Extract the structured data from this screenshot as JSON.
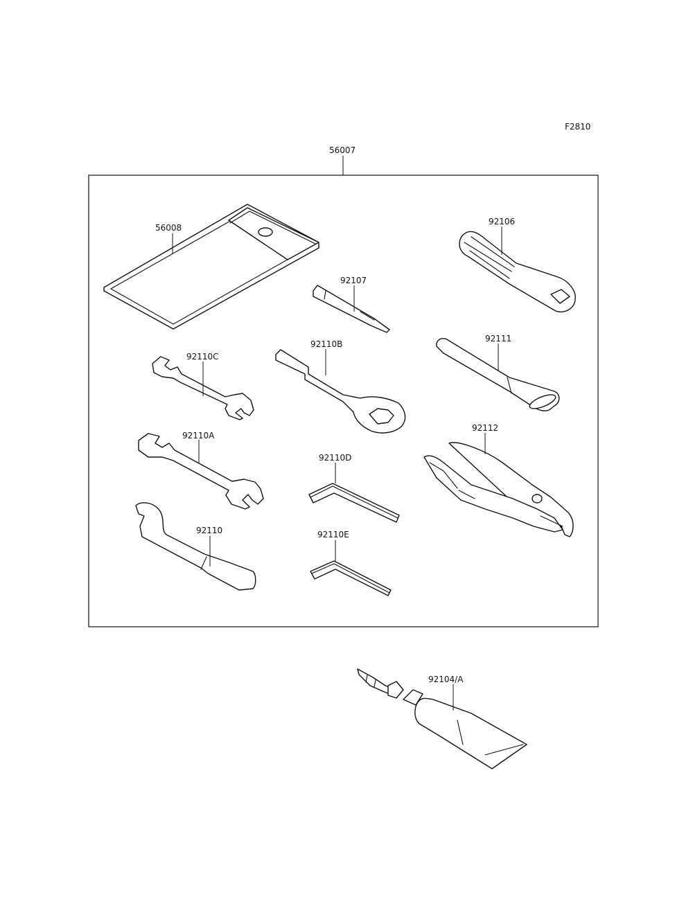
{
  "figure_code": "F2810",
  "kit_label": "56007",
  "parts": {
    "pouch": "56008",
    "screwdriver_handle": "92106",
    "screwdriver_bit": "92107",
    "wrench_c": "92110C",
    "ring_wrench_b": "92110B",
    "extension_bar": "92111",
    "wrench_a": "92110A",
    "hex_key_d": "92110D",
    "pliers": "92112",
    "hook_spanner": "92110",
    "hex_key_e": "92110E",
    "tube": "92104/A"
  }
}
